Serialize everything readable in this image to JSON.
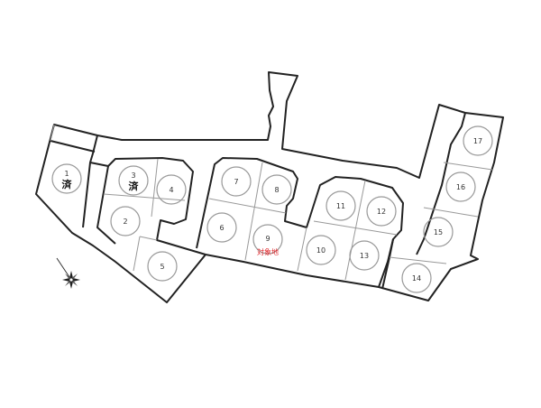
{
  "map": {
    "lots": [
      {
        "number": "1",
        "status": "済"
      },
      {
        "number": "2"
      },
      {
        "number": "3",
        "status": "済"
      },
      {
        "number": "4"
      },
      {
        "number": "5"
      },
      {
        "number": "6"
      },
      {
        "number": "7"
      },
      {
        "number": "8"
      },
      {
        "number": "9",
        "status": "対象地"
      },
      {
        "number": "10"
      },
      {
        "number": "11"
      },
      {
        "number": "12"
      },
      {
        "number": "13"
      },
      {
        "number": "14"
      },
      {
        "number": "15"
      },
      {
        "number": "16"
      },
      {
        "number": "17"
      }
    ],
    "colors": {
      "boundary": "#222222",
      "lot_line": "#999999",
      "target": "#e0262b"
    }
  }
}
